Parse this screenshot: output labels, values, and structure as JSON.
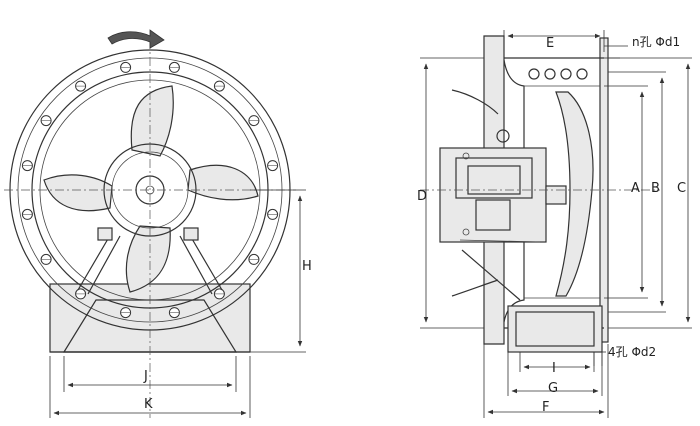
{
  "labels": {
    "E": "E",
    "D": "D",
    "A": "A",
    "B": "B",
    "C": "C",
    "H": "H",
    "J": "J",
    "K": "K",
    "I": "I",
    "G": "G",
    "F": "F",
    "flange_holes": "n孔 Φd1",
    "base_holes": "4孔 Φd2"
  }
}
